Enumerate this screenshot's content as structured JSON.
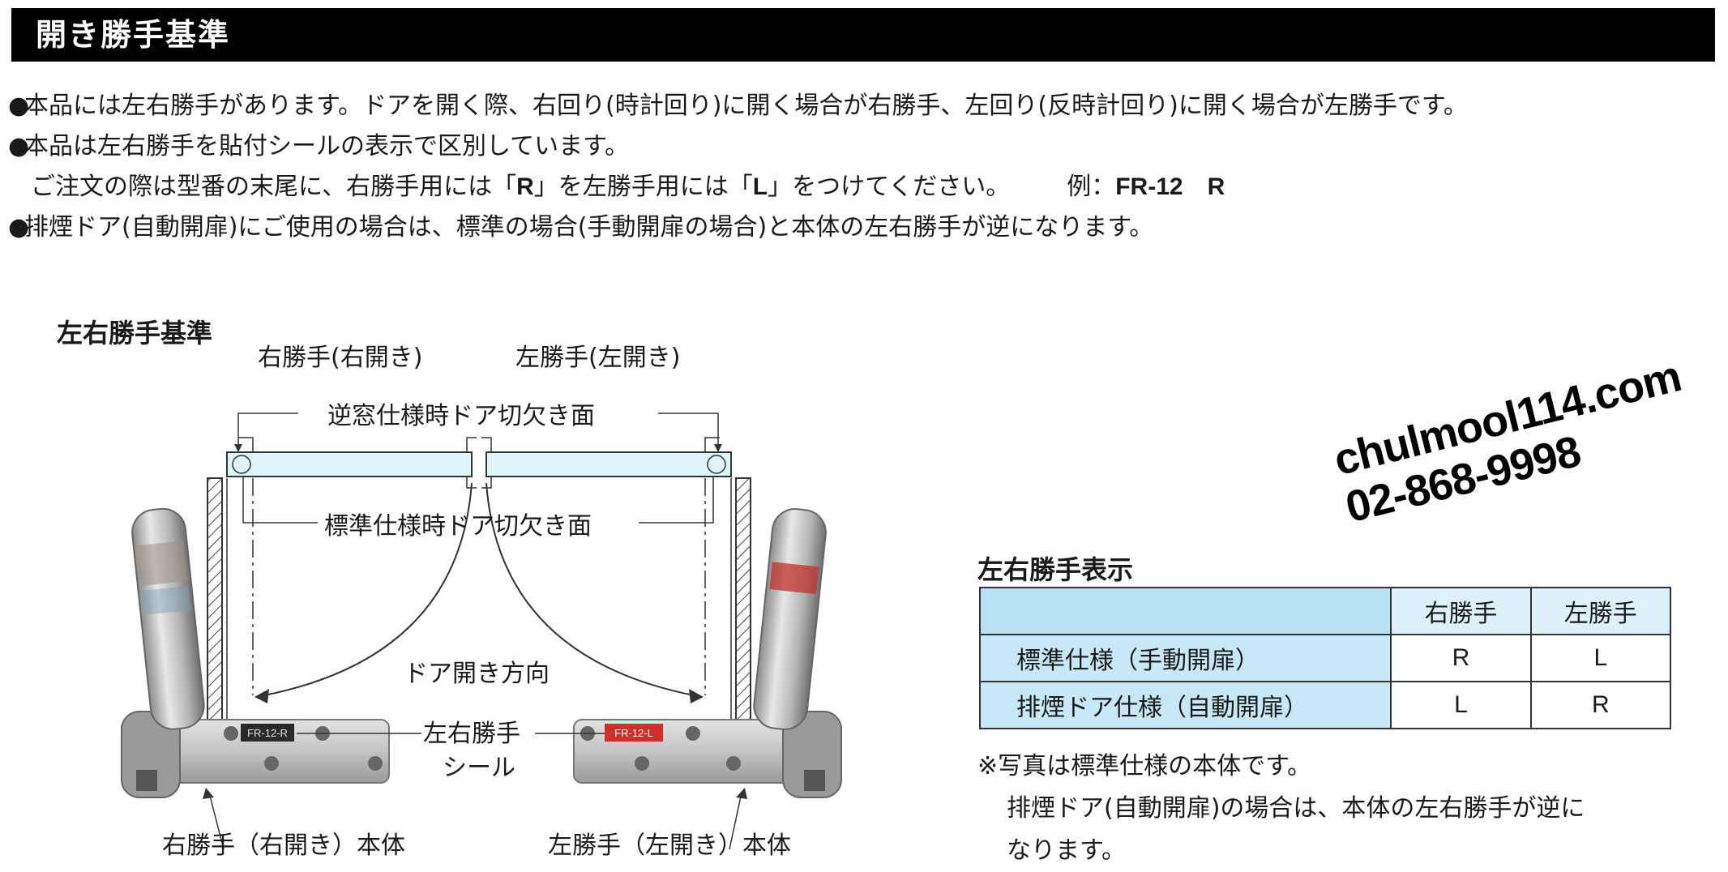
{
  "header": {
    "title": "開き勝手基準"
  },
  "bullets": {
    "line1": "本品には左右勝手があります。ドアを開く際、右回り(時計回り)に開く場合が右勝手、左回り(反時計回り)に開く場合が左勝手です。",
    "line2": "本品は左右勝手を貼付シールの表示で区別しています。",
    "line3_a": "ご注文の際は型番の末尾に、右勝手用には「",
    "line3_r": "R",
    "line3_b": "」を左勝手用には「",
    "line3_l": "L",
    "line3_c": "」をつけてください。",
    "example_label": "例：",
    "example_value": "FR-12　R",
    "line4": "排煙ドア(自動開扉)にご使用の場合は、標準の場合(手動開扉の場合)と本体の左右勝手が逆になります。"
  },
  "diagram": {
    "title": "左右勝手基準",
    "right_hand_label": "右勝手(右開き)",
    "left_hand_label": "左勝手(左開き)",
    "reverse_window_cutout": "逆窓仕様時ドア切欠き面",
    "standard_cutout": "標準仕様時ドア切欠き面",
    "open_direction": "ドア開き方向",
    "seal_label_1": "左右勝手",
    "seal_label_2": "シール",
    "right_body": "右勝手（右開き）本体",
    "left_body": "左勝手（左開き）本体",
    "right_seal_text": "FR-12-R",
    "left_seal_text": "FR-12-L"
  },
  "watermark": {
    "line1": "chulmool114.com",
    "line2": "02-868-9998"
  },
  "table": {
    "title": "左右勝手表示",
    "col_right": "右勝手",
    "col_left": "左勝手",
    "rows": [
      {
        "label": "標準仕様（手動開扉）",
        "right": "R",
        "left": "L"
      },
      {
        "label": "排煙ドア仕様（自動開扉）",
        "right": "L",
        "left": "R"
      }
    ]
  },
  "note": {
    "line1": "※写真は標準仕様の本体です。",
    "line2": "排煙ドア(自動開扉)の場合は、本体の左右勝手が逆に",
    "line3": "なります。"
  },
  "colors": {
    "header_bg": "#000000",
    "table_blank": "#b9e3f5",
    "table_header": "#dcf1fa",
    "door_fill": "#dff3fb",
    "seal_red": "#d0302a"
  }
}
